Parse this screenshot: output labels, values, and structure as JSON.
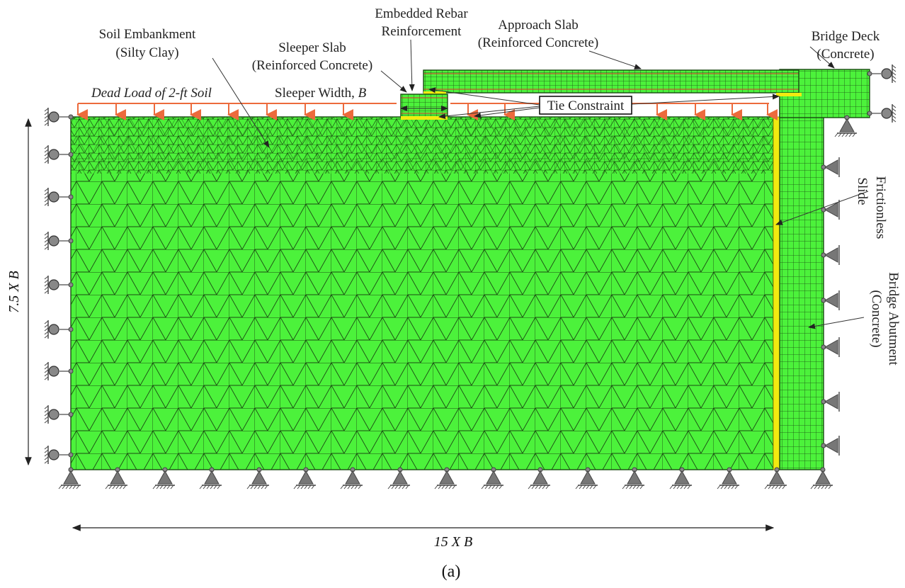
{
  "labels": {
    "soil_embankment_1": "Soil Embankment",
    "soil_embankment_2": "(Silty Clay)",
    "sleeper_slab_1": "Sleeper Slab",
    "sleeper_slab_2": "(Reinforced Concrete)",
    "rebar_1": "Embedded Rebar",
    "rebar_2": "Reinforcement",
    "approach_1": "Approach Slab",
    "approach_2": "(Reinforced Concrete)",
    "deck_1": "Bridge Deck",
    "deck_2": "(Concrete)",
    "dead_load": "Dead Load of 2-ft  Soil",
    "sleeper_width": "Sleeper Width, ",
    "sleeper_width_var": "B",
    "tie_constraint": "Tie Constraint",
    "frictionless_1": "Frictionless",
    "frictionless_2": "Slide",
    "abutment_1": "Bridge Abutment",
    "abutment_2": "(Concrete)",
    "height_dim": "7.5 X B",
    "width_dim": "15 X B",
    "caption": "(a)"
  },
  "colors": {
    "soil": "#4cf23b",
    "mesh_line": "#1a4a12",
    "interface": "#f2ea10",
    "load_arrow": "#ec6a3c",
    "support": "#777777"
  }
}
